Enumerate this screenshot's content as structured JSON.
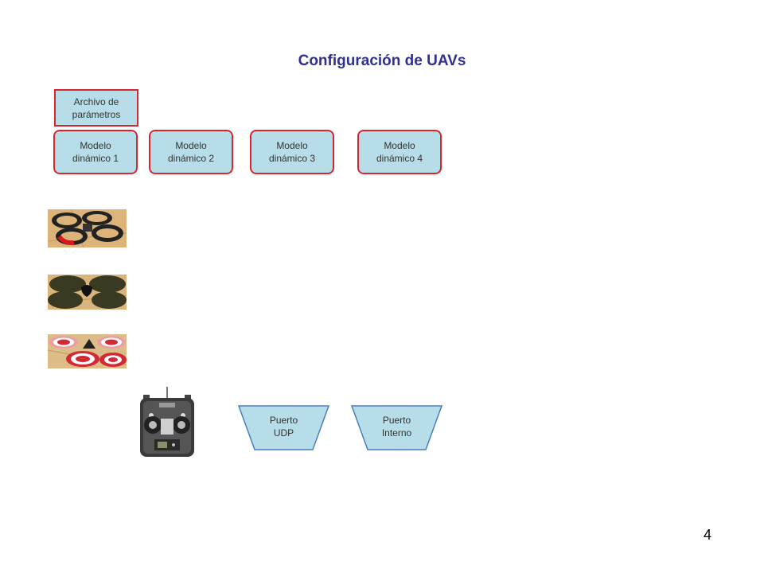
{
  "title": "Configuración de UAVs",
  "params_box": {
    "label": "Archivo de\nparámetros"
  },
  "models": [
    {
      "label": "Modelo\ndinámico 1"
    },
    {
      "label": "Modelo\ndinámico 2"
    },
    {
      "label": "Modelo\ndinámico 3"
    },
    {
      "label": "Modelo\ndinámico 4"
    }
  ],
  "ports": [
    {
      "label": "Puerto\nUDP"
    },
    {
      "label": "Puerto\nInterno"
    }
  ],
  "page_number": "4",
  "colors": {
    "title": "#2e3192",
    "box_fill": "#b7dde8",
    "box_border": "#d9262e"
  },
  "images": [
    "quadrotor-ring-guards-image",
    "quadrotor-dark-rotors-image",
    "quadrotor-target-rotors-image",
    "rc-transmitter-image"
  ]
}
